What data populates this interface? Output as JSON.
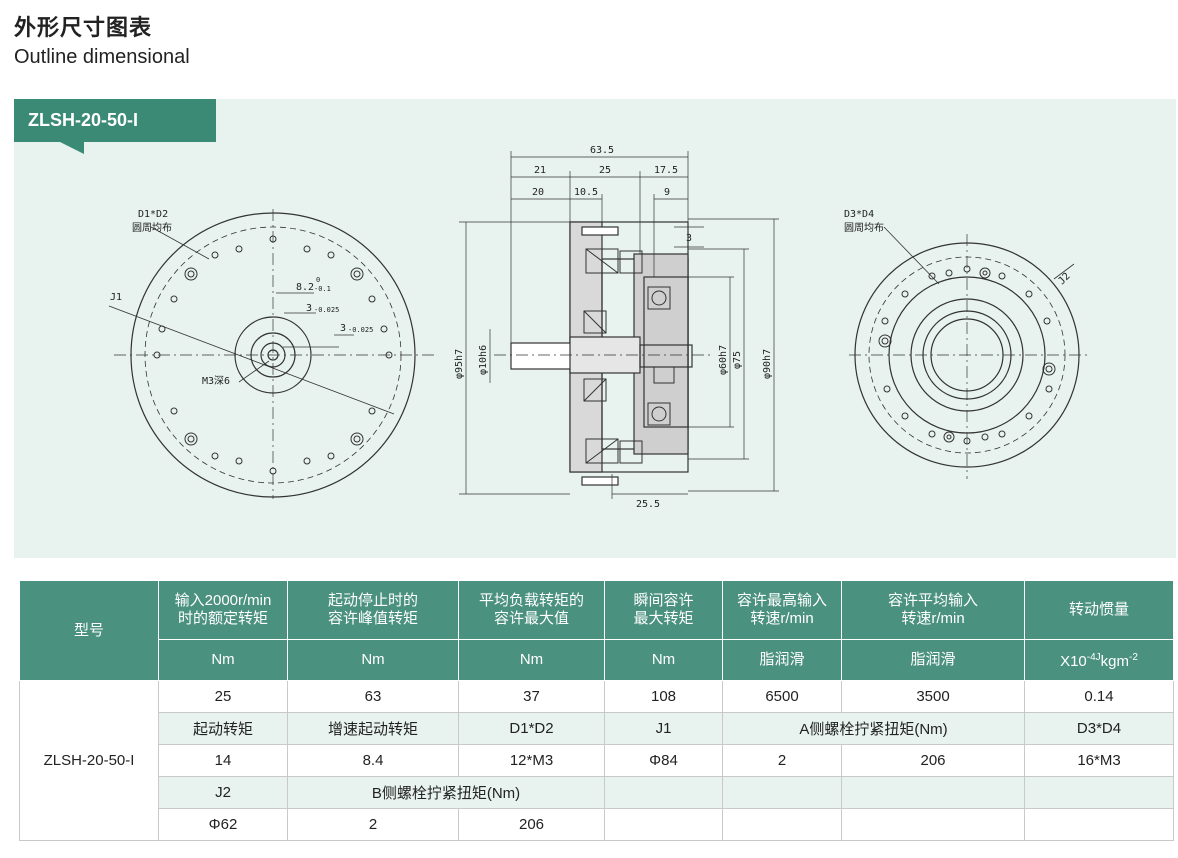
{
  "header": {
    "title_cn": "外形尺寸图表",
    "title_en": "Outline dimensional"
  },
  "model_tag": "ZLSH-20-50-I",
  "drawing": {
    "left_view": {
      "note1": "D1*D2",
      "note2": "圆周均布",
      "j1": "J1",
      "m3": "M3深6",
      "d1": "8.2",
      "d1_tol": "-0.1",
      "d2": "3",
      "d2_tol": "-0.025",
      "d3": "3",
      "d3_tol": "-0.025",
      "zero": "0"
    },
    "section_view": {
      "dim_total": "63.5",
      "dim_21": "21",
      "dim_25": "25",
      "dim_175": "17.5",
      "dim_20": "20",
      "dim_105": "10.5",
      "dim_9": "9",
      "dim_3": "3",
      "dim_255": "25.5",
      "dia_95": "φ95h7",
      "dia_10": "φ10h6",
      "dia_60": "φ60h7",
      "dia_75": "φ75",
      "dia_90": "φ90h7"
    },
    "right_view": {
      "note1": "D3*D4",
      "note2": "圆周均布",
      "j2": "J2"
    }
  },
  "table": {
    "header_row1": [
      "型号",
      "输入2000r/min\n时的额定转矩",
      "起动停止时的\n容许峰值转矩",
      "平均负载转矩的\n容许最大值",
      "瞬间容许\n最大转矩",
      "容许最高输入\n转速r/min",
      "容许平均输入\n转速r/min",
      "转动惯量"
    ],
    "header_row2": [
      "Nm",
      "Nm",
      "Nm",
      "Nm",
      "脂润滑",
      "脂润滑"
    ],
    "inertia_unit": {
      "base": "X10",
      "exp1": "-4",
      "j": "J",
      "kg": "kgm",
      "exp2": "-2"
    },
    "model": "ZLSH-20-50-I",
    "row1": [
      "25",
      "63",
      "37",
      "108",
      "6500",
      "3500",
      "0.14"
    ],
    "row2": [
      "起动转矩",
      "增速起动转矩",
      "D1*D2",
      "J1",
      "A侧螺栓拧紧扭矩(Nm)",
      "D3*D4"
    ],
    "row3": [
      "14",
      "8.4",
      "12*M3",
      "Φ84",
      "2",
      "206",
      "16*M3"
    ],
    "row4": [
      "J2",
      "B侧螺栓拧紧扭矩(Nm)"
    ],
    "row5": [
      "Φ62",
      "2",
      "206"
    ]
  }
}
